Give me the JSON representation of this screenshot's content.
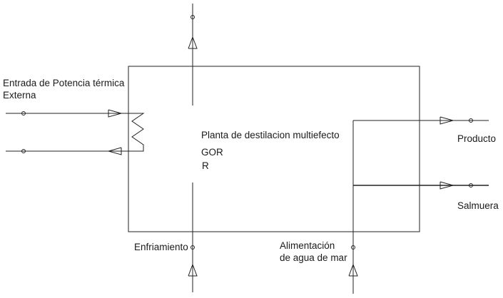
{
  "diagram": {
    "plant_block": {
      "title": "Planta de destilacion multiefecto",
      "gor_label": "GOR",
      "r_label": "R"
    },
    "inputs": {
      "thermal_power": "Entrada de Potencia térmica\nExterna",
      "cooling": "Enfriamiento",
      "seawater_feed": "Alimentación\nde agua de mar"
    },
    "outputs": {
      "product": "Producto",
      "brine": "Salmuera"
    }
  }
}
